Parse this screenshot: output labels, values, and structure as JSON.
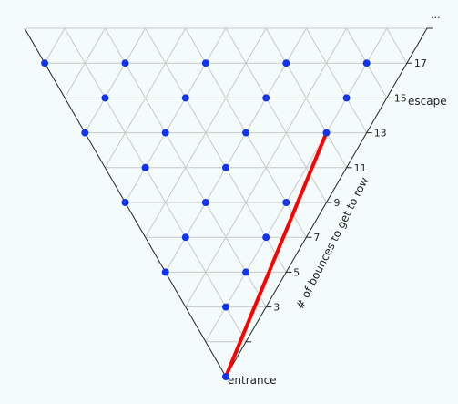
{
  "labels": {
    "entrance": "entrance",
    "escape": "escape",
    "ellipsis": "...",
    "axis_title": "# of bounces to get to row"
  },
  "row_numbers": [
    "3",
    "5",
    "7",
    "9",
    "11",
    "13",
    "15",
    "17"
  ],
  "colors": {
    "background": "#f4fcfb",
    "grid": "#c8c8c8",
    "outline": "#222222",
    "dot": "#1133ee",
    "path": "#ff0000",
    "text": "#222222"
  },
  "lattice": {
    "rows": 10,
    "dot_cells": [
      [
        0,
        0
      ],
      [
        2,
        1
      ],
      [
        3,
        0
      ],
      [
        3,
        2
      ],
      [
        4,
        1
      ],
      [
        4,
        3
      ],
      [
        5,
        0
      ],
      [
        5,
        2
      ],
      [
        5,
        4
      ],
      [
        6,
        1
      ],
      [
        6,
        3
      ],
      [
        7,
        0
      ],
      [
        7,
        2
      ],
      [
        7,
        4
      ],
      [
        7,
        6
      ],
      [
        8,
        1
      ],
      [
        8,
        3
      ],
      [
        8,
        5
      ],
      [
        8,
        7
      ],
      [
        9,
        0
      ],
      [
        9,
        2
      ],
      [
        9,
        4
      ],
      [
        9,
        6
      ],
      [
        9,
        8
      ]
    ],
    "path": [
      [
        0,
        0
      ],
      [
        7,
        6
      ]
    ]
  }
}
